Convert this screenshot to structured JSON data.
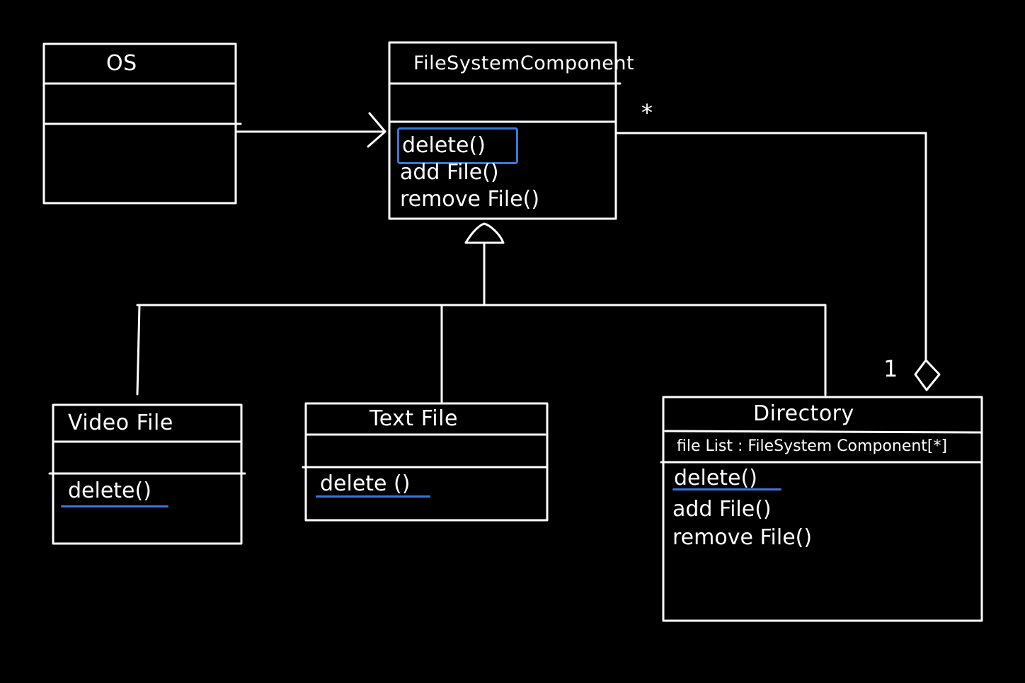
{
  "diagram": {
    "classes": {
      "os": {
        "name": "OS"
      },
      "fsc": {
        "name": "FileSystemComponent",
        "methods": [
          "delete()",
          "add File()",
          "remove File()"
        ]
      },
      "video": {
        "name": "Video File",
        "methods": [
          "delete()"
        ]
      },
      "text": {
        "name": "Text File",
        "methods": [
          "delete ()"
        ]
      },
      "dir": {
        "name": "Directory",
        "attributes": [
          "file List : FileSystem Component[*]"
        ],
        "methods": [
          "delete()",
          "add File()",
          "remove File()"
        ]
      }
    },
    "relations": {
      "aggregation": {
        "multiplicity_many": "*",
        "multiplicity_one": "1"
      }
    },
    "colors": {
      "background": "#000000",
      "line": "#ffffff",
      "highlight": "#3a78d8"
    }
  }
}
